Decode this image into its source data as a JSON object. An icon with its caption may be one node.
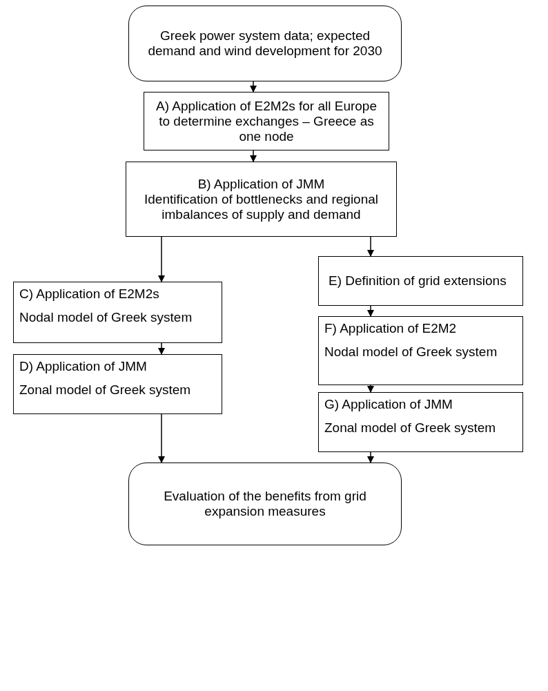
{
  "diagram": {
    "nodes": [
      {
        "text": [
          "Greek power system data; expected demand and wind development for 2030"
        ]
      },
      {
        "text": [
          "A) Application of E2M2s for all Europe to determine exchanges – Greece as one node"
        ]
      },
      {
        "text": [
          "B) Application of JMM",
          "Identification of bottlenecks and regional imbalances of supply and demand"
        ]
      },
      {
        "text": [
          "E) Definition of grid extensions"
        ]
      },
      {
        "text": [
          "C) Application of E2M2s",
          "Nodal model of Greek system"
        ]
      },
      {
        "text": [
          "F) Application of E2M2",
          "Nodal model of Greek system"
        ]
      },
      {
        "text": [
          "D) Application of JMM",
          "Zonal model of Greek system"
        ]
      },
      {
        "text": [
          "G) Application of JMM",
          "Zonal model of Greek system"
        ]
      },
      {
        "text": [
          "Evaluation of the benefits from grid expansion measures"
        ]
      }
    ],
    "edges": [
      {
        "from": 0,
        "to": 1,
        "arrow": "to"
      },
      {
        "from": 1,
        "to": 2,
        "arrow": "to"
      },
      {
        "from": 2,
        "to": 4,
        "arrow": "to"
      },
      {
        "from": 2,
        "to": 3,
        "arrow": "to"
      },
      {
        "from": 3,
        "to": 5,
        "arrow": "to"
      },
      {
        "from": 4,
        "to": 6,
        "arrow": "to"
      },
      {
        "from": 5,
        "to": 7,
        "arrow": "to"
      },
      {
        "from": 6,
        "to": 8,
        "arrow": "to"
      },
      {
        "from": 7,
        "to": 8,
        "arrow": "to"
      }
    ]
  }
}
